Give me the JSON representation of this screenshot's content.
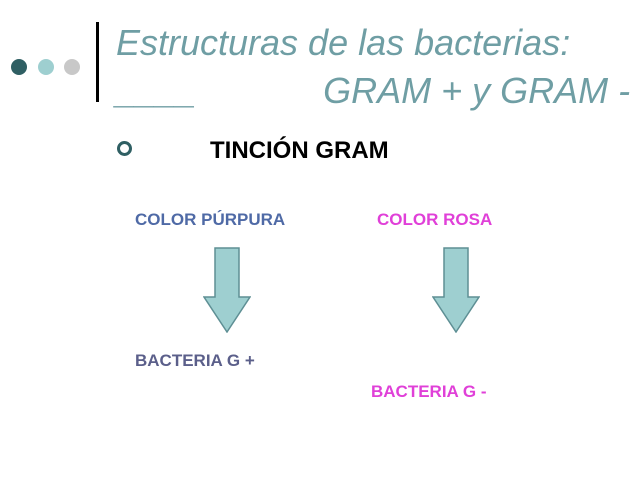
{
  "slide": {
    "title_line1": "Estructuras de las bacterias:",
    "title_line2_underline": "____",
    "title_line2_text": "GRAM + y GRAM -",
    "bullet_text": "TINCIÓN GRAM",
    "left": {
      "color_label": "COLOR PÚRPURA",
      "result_label": "BACTERIA G +"
    },
    "right": {
      "color_label": "COLOR ROSA",
      "result_label": "BACTERIA G -"
    }
  },
  "colors": {
    "title": "#6f9ea4",
    "accent_dark": "#2f5f63",
    "arrow_fill": "#9ecfd0",
    "purple": "#4f6aa6",
    "pink": "#e040d8"
  },
  "icons": {
    "decor_dots": [
      "dot-dark",
      "dot-light-teal",
      "dot-grey"
    ],
    "bullet": "ring-bullet",
    "arrows": [
      "arrow-down",
      "arrow-down"
    ]
  }
}
